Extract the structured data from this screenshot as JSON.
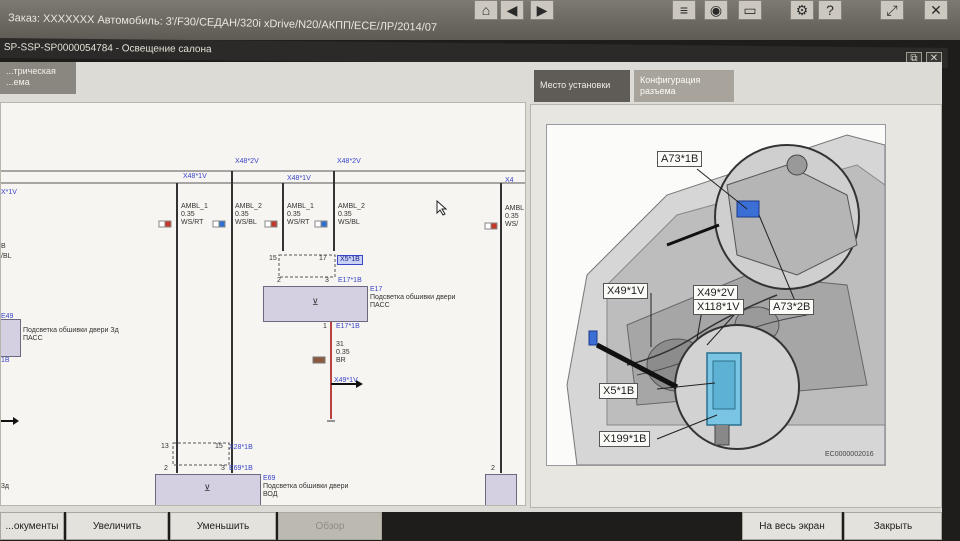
{
  "header": {
    "vehicle_line": "Заказ: XXXXXXX   Автомобиль: 3'/F30/СЕДАН/320i xDrive/N20/АКПП/ECE/ЛР/2014/07",
    "icons": [
      "home-icon",
      "back-icon",
      "forward-icon",
      "list-icon",
      "camera-icon",
      "window-icon",
      "settings-icon",
      "help-icon",
      "fullscreen-icon",
      "close-icon"
    ]
  },
  "window": {
    "title": "SP-SSP-SP0000054784 - Освещение салона",
    "controls": [
      "⧉",
      "✕"
    ]
  },
  "left_tab": {
    "label": "...трическая\n...ема"
  },
  "right_tabs": [
    {
      "label": "Место установки"
    },
    {
      "label": "Конфигурация разъема"
    }
  ],
  "diagram": {
    "top_labels": [
      "X48*2V",
      "X48*2V",
      "X48*1V",
      "X48*1V",
      "X4"
    ],
    "partial_left_labels": [
      "X*1V",
      "B",
      "/BL",
      "E49",
      "Подсветка обшивки двери Зд",
      "ПАСС",
      "1B"
    ],
    "wire_blocks": [
      {
        "name": "AMBL_1",
        "size": "0.35",
        "color": "WS/RT"
      },
      {
        "name": "AMBL_2",
        "size": "0.35",
        "color": "WS/BL"
      },
      {
        "name": "AMBL_1",
        "size": "0.35",
        "color": "WS/RT"
      },
      {
        "name": "AMBL_2",
        "size": "0.35",
        "color": "WS/BL"
      },
      {
        "name": "AMBL",
        "size": "0.35",
        "color": "WS/"
      }
    ],
    "connector_top": {
      "pin_left": "15",
      "pin_right": "17",
      "name": "X5*1B"
    },
    "connector_e17": {
      "pin_left": "2",
      "pin_right": "3",
      "name": "E17*1B"
    },
    "module_e17": {
      "id": "E17",
      "desc": "Подсветка обшивки двери",
      "desc2": "ПАСС"
    },
    "ground_wire": {
      "pin": "1",
      "connector": "E17*1B",
      "name": "31",
      "size": "0.35",
      "color": "BR",
      "target": "X49*1V"
    },
    "connector_bottom": {
      "pin_left": "13",
      "pin_right": "15",
      "name": "X28*1B"
    },
    "connector_e69": {
      "pin_left": "2",
      "pin_right": "3",
      "name": "E69*1B"
    },
    "module_e69": {
      "id": "E69",
      "desc": "Подсветка обшивки двери",
      "desc2": "ВОД"
    },
    "bottom_right_pin": "2",
    "bottom_left_text": "3д"
  },
  "photo": {
    "callouts": [
      "A73*1B",
      "X49*1V",
      "X49*2V",
      "X118*1V",
      "A73*2B",
      "X5*1B",
      "X199*1B"
    ],
    "image_id": "EC0000002016"
  },
  "bottom_buttons": [
    {
      "label": "...окументы",
      "disabled": false
    },
    {
      "label": "Увеличить",
      "disabled": false
    },
    {
      "label": "Уменьшить",
      "disabled": false
    },
    {
      "label": "Обзор",
      "disabled": true
    },
    {
      "label": "На весь экран",
      "disabled": false
    },
    {
      "label": "Закрыть",
      "disabled": false
    }
  ],
  "colors": {
    "red_wire": "#b8433d",
    "blue_link": "#3a44c8",
    "module_fill": "#d4d0e2"
  }
}
